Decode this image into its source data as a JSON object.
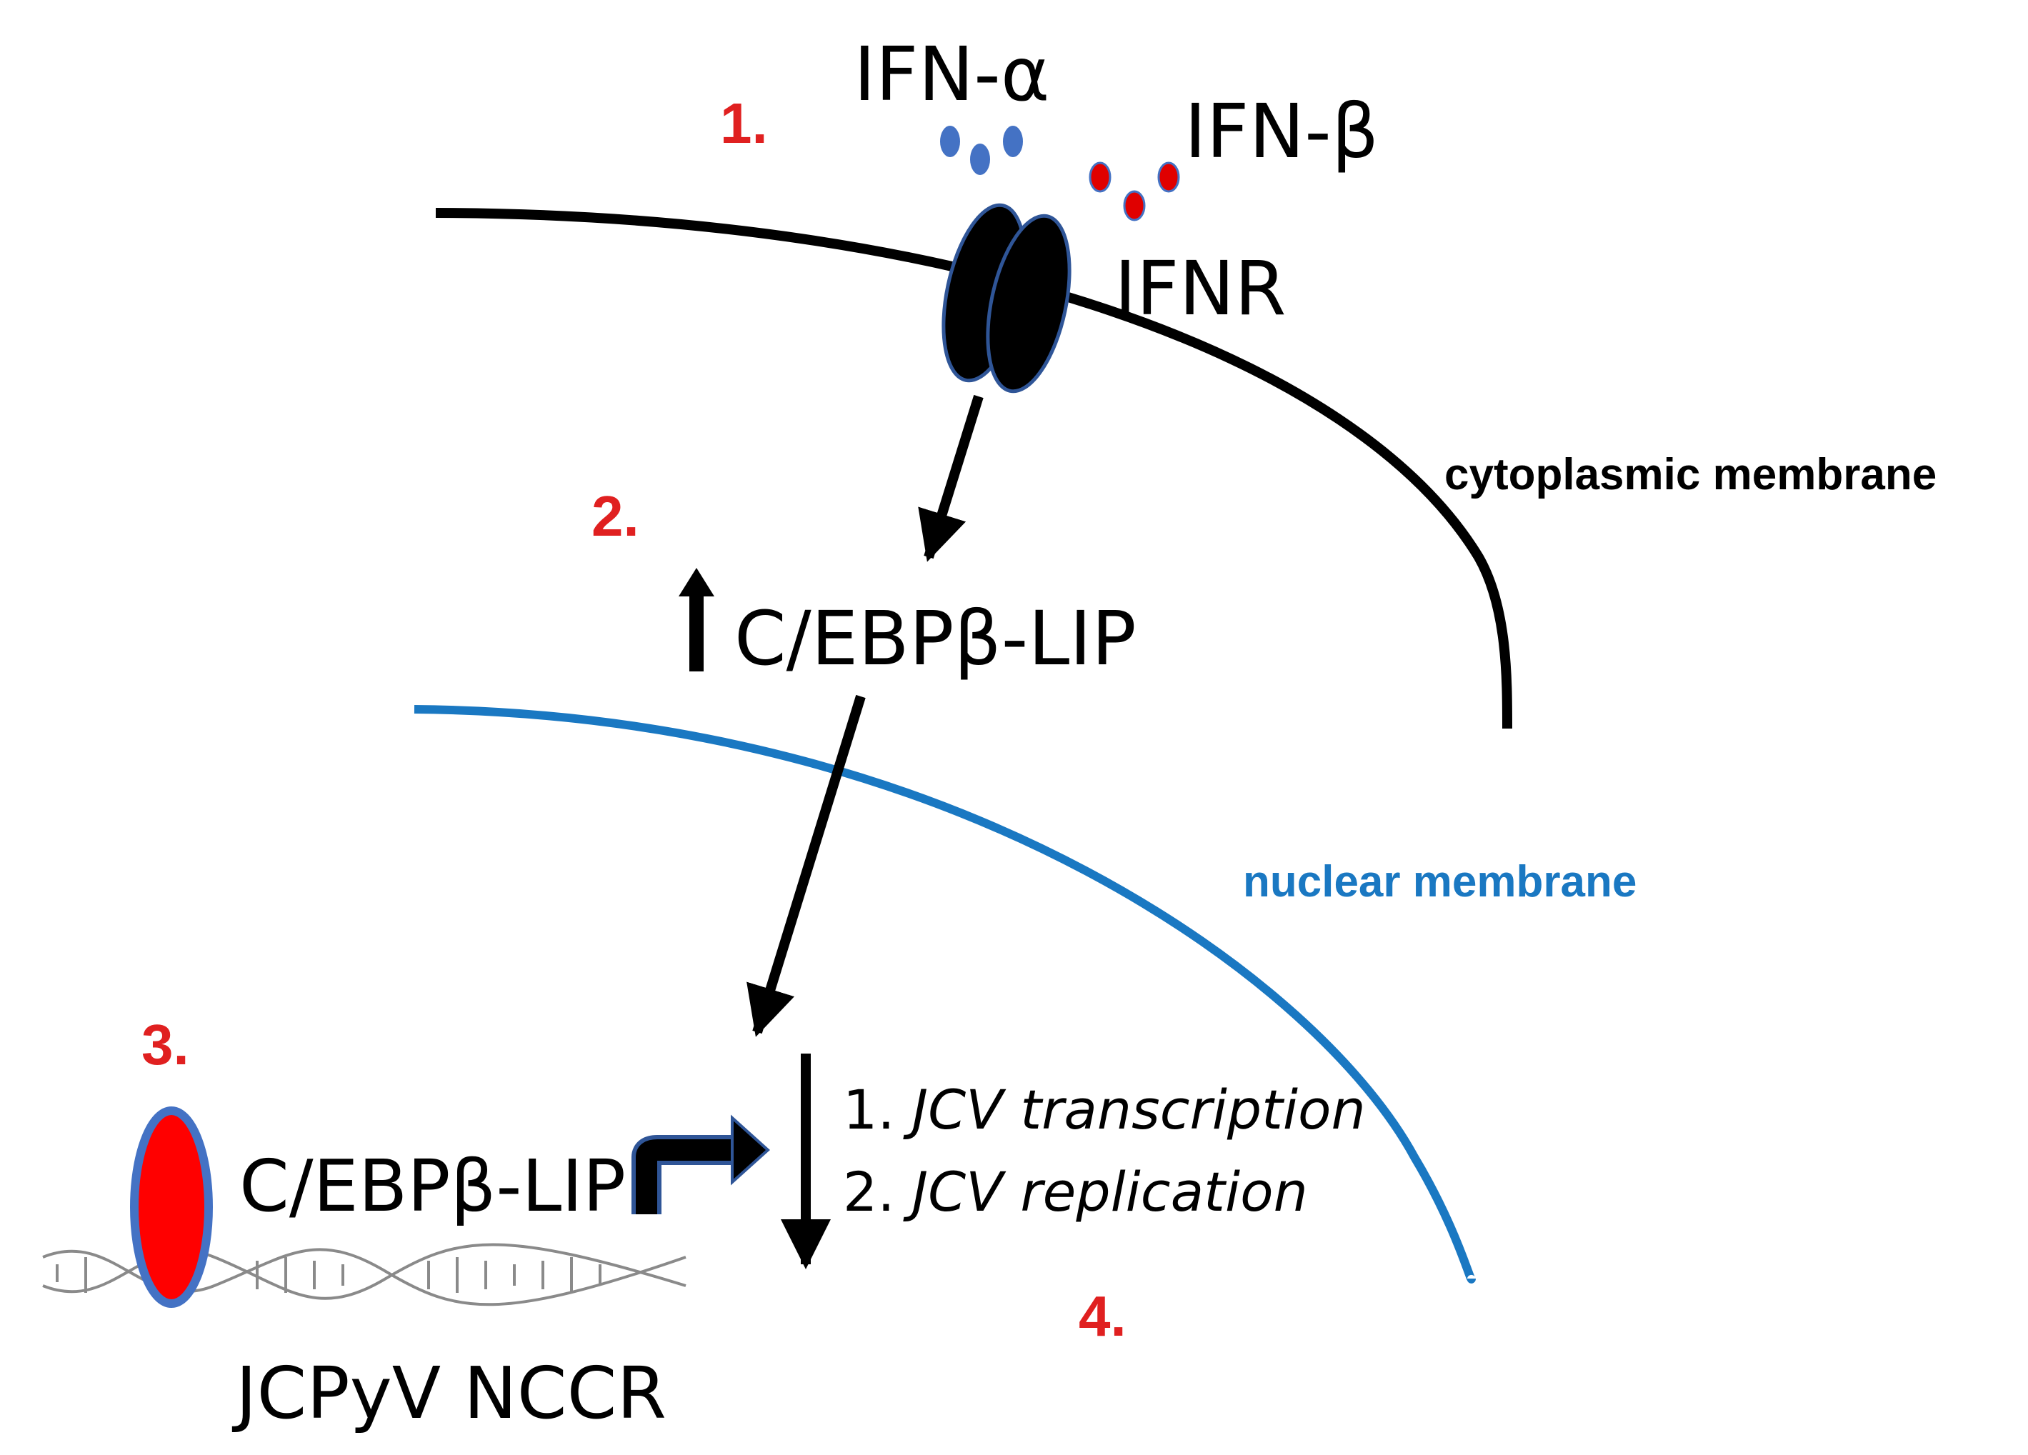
{
  "colors": {
    "step_red": "#e02020",
    "membrane_blue": "#1a78c2",
    "ligand_alpha": "#4472c4",
    "ligand_beta": "#e00000",
    "protein_fill": "#ff0000",
    "protein_border": "#4472c4",
    "receptor_border": "#2f5597"
  },
  "ligands": {
    "ifn_alpha": "IFN-α",
    "ifn_beta": "IFN-β"
  },
  "receptor": {
    "label": "IFNR"
  },
  "membranes": {
    "cytoplasmic": "cytoplasmic membrane",
    "nuclear": "nuclear membrane"
  },
  "steps": [
    "1.",
    "2.",
    "3.",
    "4."
  ],
  "factor": {
    "induced": "C/EBPβ-LIP",
    "bound": "C/EBPβ-LIP",
    "up_arrow_icon": "up-arrow-icon"
  },
  "dna": {
    "label": "JCPyV NCCR"
  },
  "outcomes": [
    {
      "num": "1.",
      "text": "JCV transcription"
    },
    {
      "num": "2.",
      "text": "JCV replication"
    }
  ]
}
